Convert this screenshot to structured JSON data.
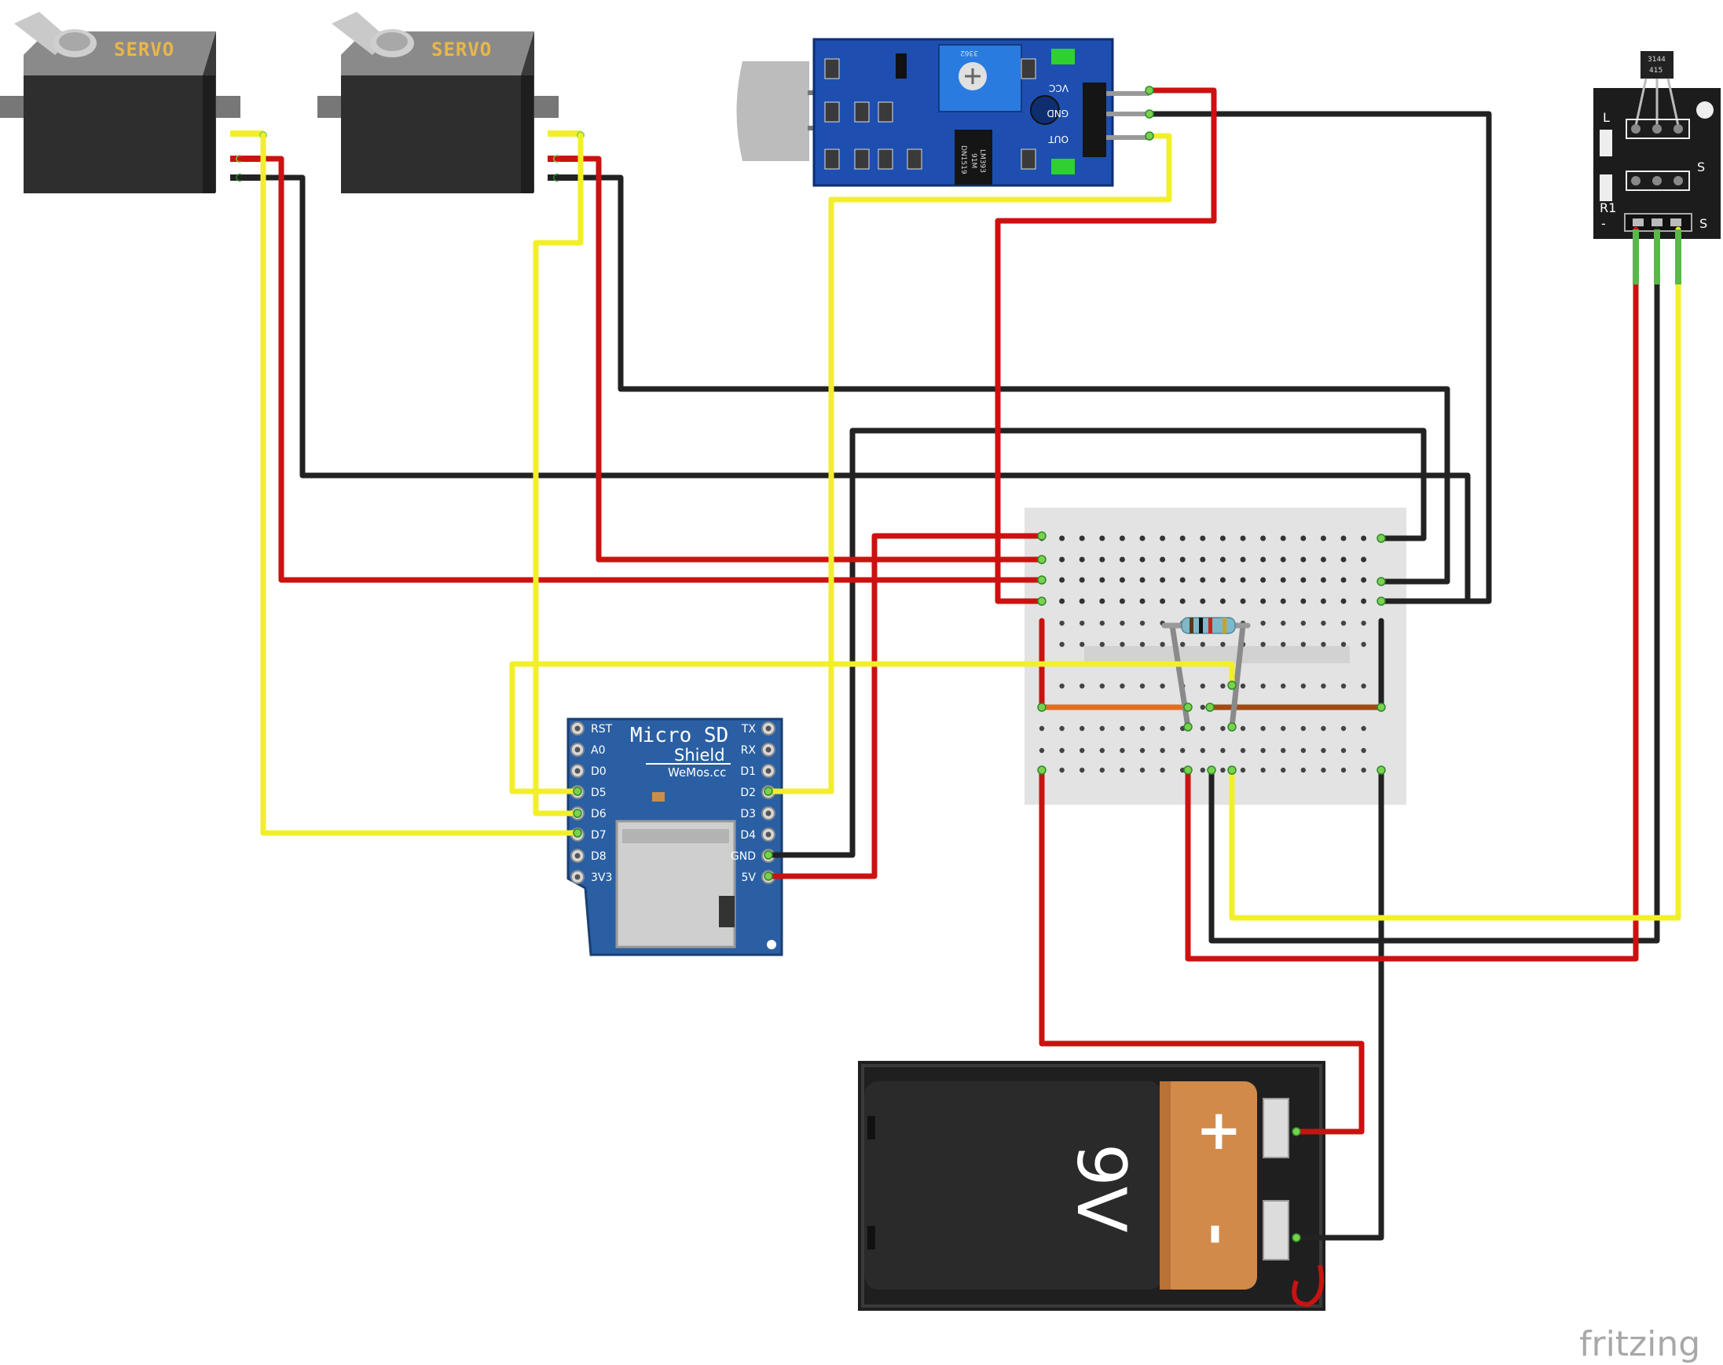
{
  "servos": [
    {
      "label": "SERVO"
    },
    {
      "label": "SERVO"
    }
  ],
  "sound_sensor": {
    "pins": [
      "VCC",
      "GND",
      "OUT"
    ],
    "chip_text": [
      "LM393",
      "91M",
      "DN1519"
    ],
    "pot_text": "3362"
  },
  "sd_shield": {
    "title": "Micro SD",
    "subtitle": "Shield",
    "brand": "WeMos.cc",
    "left_pins": [
      "RST",
      "A0",
      "D0",
      "D5",
      "D6",
      "D7",
      "D8",
      "3V3"
    ],
    "right_pins": [
      "TX",
      "RX",
      "D1",
      "D2",
      "D3",
      "D4",
      "GND",
      "5V"
    ]
  },
  "hall_sensor": {
    "labels": [
      "L",
      "S",
      "R1",
      "-",
      "S"
    ],
    "chip_text": [
      "3144",
      "415"
    ]
  },
  "battery": {
    "label": "9V",
    "plus": "+",
    "minus": "-"
  },
  "watermark": "fritzing",
  "colors": {
    "red_wire": "#cc1111",
    "black_wire": "#222222",
    "yellow_wire": "#f2ef2a",
    "board_blue": "#2a5fa3",
    "mic_blue": "#1e4fb0",
    "breadboard": "#e3e3e3",
    "battery_orange": "#d28a4a"
  }
}
